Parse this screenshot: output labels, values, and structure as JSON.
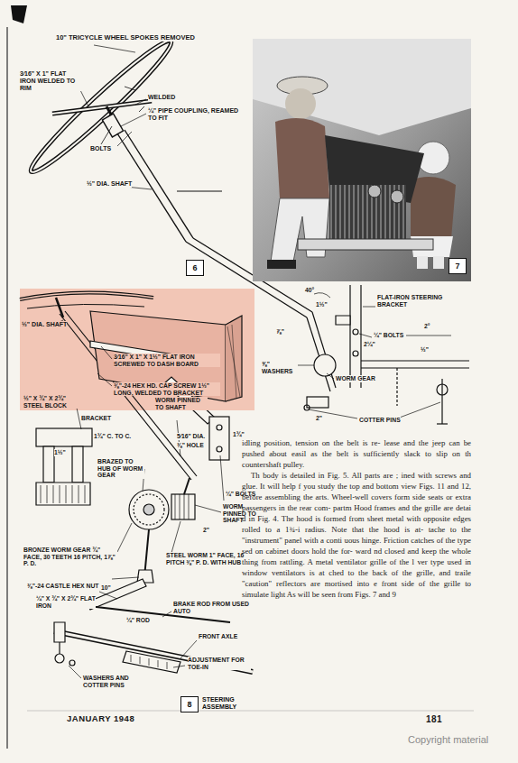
{
  "diagram": {
    "nodes": [
      {
        "text": [
          "6"
        ]
      },
      {
        "text": [
          "7"
        ]
      },
      {
        "text": [
          "8",
          "STEERING ASSEMBLY"
        ]
      }
    ],
    "labels": [
      "10\" TRICYCLE WHEEL SPOKES REMOVED",
      "3⁄16\" X 1\" FLAT IRON WELDED TO RIM",
      "WELDED",
      "¼\" PIPE COUPLING, REAMED TO FIT",
      "BOLTS",
      "½\" DIA. SHAFT",
      "½\" DIA. SHAFT",
      "3⁄16\" X 1\" X 1½\" FLAT IRON SCREWED TO DASH BOARD",
      "⅜\"-24 HEX HD. CAP SCREW 1½\" LONG, WELDED TO BRACKET",
      "½\" X ¾\" X 2¾\" STEEL BLOCK",
      "BRACKET",
      "1½\"",
      "1¾\" C. TO C.",
      "WORM PINNED TO SHAFT",
      "5⁄16\" DIA.",
      "⅜\" HOLE",
      "1¾\"",
      "BRAZED TO HUB OF WORM GEAR",
      "¼\" BOLTS",
      "WORM PINNED TO SHAFT",
      "2\"",
      "BRONZE WORM GEAR ¾\" FACE, 30 TEETH 16 PITCH, 1⅞\" P. D.",
      "⅜\"-24 CASTLE HEX NUT",
      "STEEL WORM 1\" FACE, 16 PITCH ⅜\" P. D. WITH HUB",
      "¼\" X ¾\" X 2¾\" FLAT IRON",
      "10\"",
      "¼\" ROD",
      "BRAKE ROD FROM USED AUTO",
      "FRONT AXLE",
      "ADJUSTMENT FOR TOE-IN",
      "WASHERS AND COTTER PINS",
      "40°",
      "1½\"",
      "FLAT-IRON STEERING BRACKET",
      "¼\" BOLTS",
      "2¼\"",
      "⅞\"",
      "⅝\" WASHERS",
      "2°",
      "WORM GEAR",
      "2\"",
      "COTTER PINS",
      "½\"",
      "idling position, tension on the belt is re- lease and the jeep can be pushed about easil as the belt is sufficiently slack to slip on th countershaft pulley.",
      "Th body is detailed in Fig. 5. All parts are ; ined with screws and glue. It will help f you study the top and bottom view Figs. 11 and 12, before assembling the arts. Wheel-well covers form side seats or extra passengers in the rear com- partm Hood frames and the grille are detai d in Fig. 4. The hood is formed from sheet metal with opposite edges rolled to a 1¾-i radius. Note that the hood is at- tache to the \"instrument\" panel with a conti uous hinge. Friction catches of the type sed on cabinet doors hold the for- ward nd closed and keep the whole thing from rattling. A metal ventilator grille of the l ver type used in window ventilators is at ched to the back of the grille, and traile \"caution\" reflectors are mortised into e front side of the grille to simulate light As will be seen from Figs. 7 and 9",
      "JANUARY 1948",
      "181",
      "Copyright material"
    ]
  }
}
